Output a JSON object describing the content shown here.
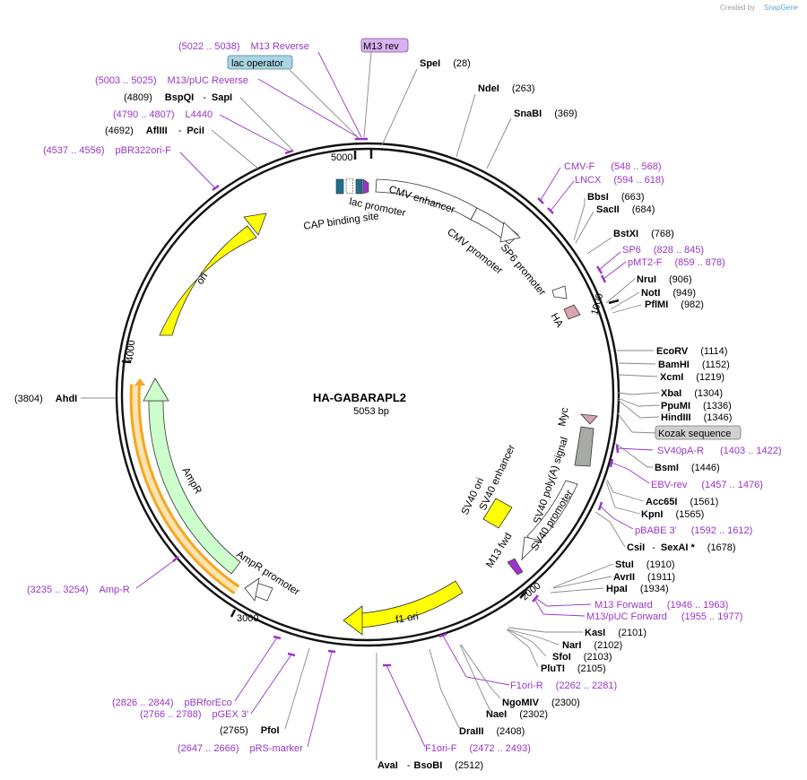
{
  "credit": {
    "prefix": "Created by",
    "brand": "SnapGene"
  },
  "plasmid": {
    "name": "HA-GABARAPL2",
    "size_label": "5053 bp",
    "length": 5053
  },
  "ticks": [
    "1000",
    "2000",
    "3000",
    "4000",
    "5000"
  ],
  "enzymes": [
    {
      "name": "SpeI",
      "pos": "(28)"
    },
    {
      "name": "NdeI",
      "pos": "(263)"
    },
    {
      "name": "SnaBI",
      "pos": "(369)"
    },
    {
      "name": "BbsI",
      "pos": "(663)"
    },
    {
      "name": "SacII",
      "pos": "(684)"
    },
    {
      "name": "BstXI",
      "pos": "(768)"
    },
    {
      "name": "NruI",
      "pos": "(906)"
    },
    {
      "name": "NotI",
      "pos": "(949)"
    },
    {
      "name": "PflMI",
      "pos": "(982)"
    },
    {
      "name": "EcoRV",
      "pos": "(1114)"
    },
    {
      "name": "BamHI",
      "pos": "(1152)"
    },
    {
      "name": "XcmI",
      "pos": "(1219)"
    },
    {
      "name": "XbaI",
      "pos": "(1304)"
    },
    {
      "name": "PpuMI",
      "pos": "(1336)"
    },
    {
      "name": "HindIII",
      "pos": "(1346)"
    },
    {
      "name": "BsmI",
      "pos": "(1446)"
    },
    {
      "name": "Acc65I",
      "pos": "(1561)"
    },
    {
      "name": "KpnI",
      "pos": "(1565)"
    },
    {
      "name": "CsiI",
      "name2": "SexAI *",
      "pos": "(1678)"
    },
    {
      "name": "StuI",
      "pos": "(1910)"
    },
    {
      "name": "AvrII",
      "pos": "(1911)"
    },
    {
      "name": "HpaI",
      "pos": "(1934)"
    },
    {
      "name": "KasI",
      "pos": "(2101)"
    },
    {
      "name": "NarI",
      "pos": "(2102)"
    },
    {
      "name": "SfoI",
      "pos": "(2103)"
    },
    {
      "name": "PluTI",
      "pos": "(2105)"
    },
    {
      "name": "NgoMIV",
      "pos": "(2300)"
    },
    {
      "name": "NaeI",
      "pos": "(2302)"
    },
    {
      "name": "DraIII",
      "pos": "(2408)"
    },
    {
      "name": "AvaI",
      "name2": "BsoBI",
      "pos": "(2512)"
    },
    {
      "name": "PfoI",
      "pos": "(2765)"
    },
    {
      "name": "AhdI",
      "pos": "(3804)"
    },
    {
      "name": "AflIII",
      "name2": "PciI",
      "pos": "(4692)"
    },
    {
      "name": "BspQI",
      "name2": "SapI",
      "pos": "(4809)"
    }
  ],
  "primers": [
    {
      "name": "M13 Reverse",
      "range": "(5022 .. 5038)"
    },
    {
      "name": "M13/pUC Reverse",
      "range": "(5003 .. 5025)"
    },
    {
      "name": "L4440",
      "range": "(4790 .. 4807)"
    },
    {
      "name": "pBR322ori-F",
      "range": "(4537 .. 4556)"
    },
    {
      "name": "CMV-F",
      "range": "(548 .. 568)"
    },
    {
      "name": "LNCX",
      "range": "(594 .. 618)"
    },
    {
      "name": "SP6",
      "range": "(828 .. 845)"
    },
    {
      "name": "pMT2-F",
      "range": "(859 .. 878)"
    },
    {
      "name": "SV40pA-R",
      "range": "(1403 .. 1422)"
    },
    {
      "name": "EBV-rev",
      "range": "(1457 .. 1476)"
    },
    {
      "name": "pBABE 3'",
      "range": "(1592 .. 1612)"
    },
    {
      "name": "M13 Forward",
      "range": "(1946 .. 1963)"
    },
    {
      "name": "M13/pUC Forward",
      "range": "(1955 .. 1977)"
    },
    {
      "name": "F1ori-R",
      "range": "(2262 .. 2281)"
    },
    {
      "name": "F1ori-F",
      "range": "(2472 .. 2493)"
    },
    {
      "name": "pBRforEco",
      "range": "(2826 .. 2844)"
    },
    {
      "name": "pGEX 3'",
      "range": "(2766 .. 2788)"
    },
    {
      "name": "pRS-marker",
      "range": "(2647 .. 2666)"
    },
    {
      "name": "Amp-R",
      "range": "(3235 .. 3254)"
    }
  ],
  "boxed_features": {
    "m13rev": "M13 rev",
    "lac_operator": "lac operator",
    "kozak": "Kozak sequence"
  },
  "features": {
    "cmv_enhancer": "CMV enhancer",
    "cmv_promoter": "CMV promoter",
    "sp6_promoter": "SP6 promoter",
    "ha": "HA",
    "myc": "Myc",
    "sv40_polya": "SV40 poly(A) signal",
    "sv40_ori": "SV40 ori",
    "sv40_enhancer": "SV40 enhancer",
    "sv40_promoter": "SV40 promoter",
    "m13_fwd": "M13 fwd",
    "f1_ori": "f1 ori",
    "ampr": "AmpR",
    "ampr_promoter": "AmpR promoter",
    "ori": "ori",
    "lac_promoter": "lac promoter",
    "cap_site": "CAP binding site"
  },
  "colors": {
    "backbone": "#111111",
    "primer": "#9a35c8",
    "ori": "#ffff00",
    "ampr": "#ccffcc",
    "ampr_highlight": "#f5a623",
    "ha": "#d9a3b0",
    "sv40_polya": "#a8aaa8",
    "lac_operator": "#a9d6e3",
    "m13rev_box": "#d9b3f0",
    "kozak": "#d0d0d0"
  }
}
